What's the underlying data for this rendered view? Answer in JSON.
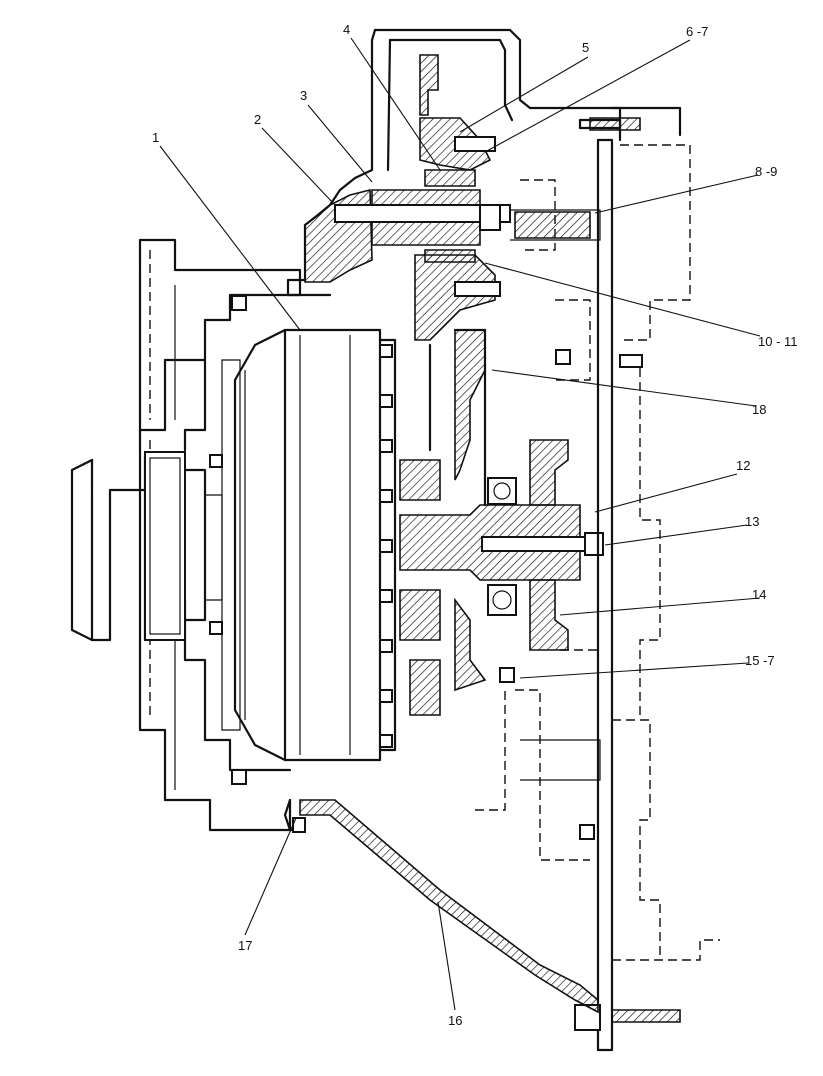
{
  "callouts": [
    {
      "id": "c1",
      "label": "1"
    },
    {
      "id": "c2",
      "label": "2"
    },
    {
      "id": "c3",
      "label": "3"
    },
    {
      "id": "c4",
      "label": "4"
    },
    {
      "id": "c5",
      "label": "5"
    },
    {
      "id": "c6",
      "label": "6 -7"
    },
    {
      "id": "c8",
      "label": "8 -9"
    },
    {
      "id": "c10",
      "label": "10 - 11"
    },
    {
      "id": "c12",
      "label": "12"
    },
    {
      "id": "c13",
      "label": "13"
    },
    {
      "id": "c14",
      "label": "14"
    },
    {
      "id": "c15",
      "label": "15 -7"
    },
    {
      "id": "c16",
      "label": "16"
    },
    {
      "id": "c17",
      "label": "17"
    },
    {
      "id": "c18",
      "label": "18"
    }
  ]
}
